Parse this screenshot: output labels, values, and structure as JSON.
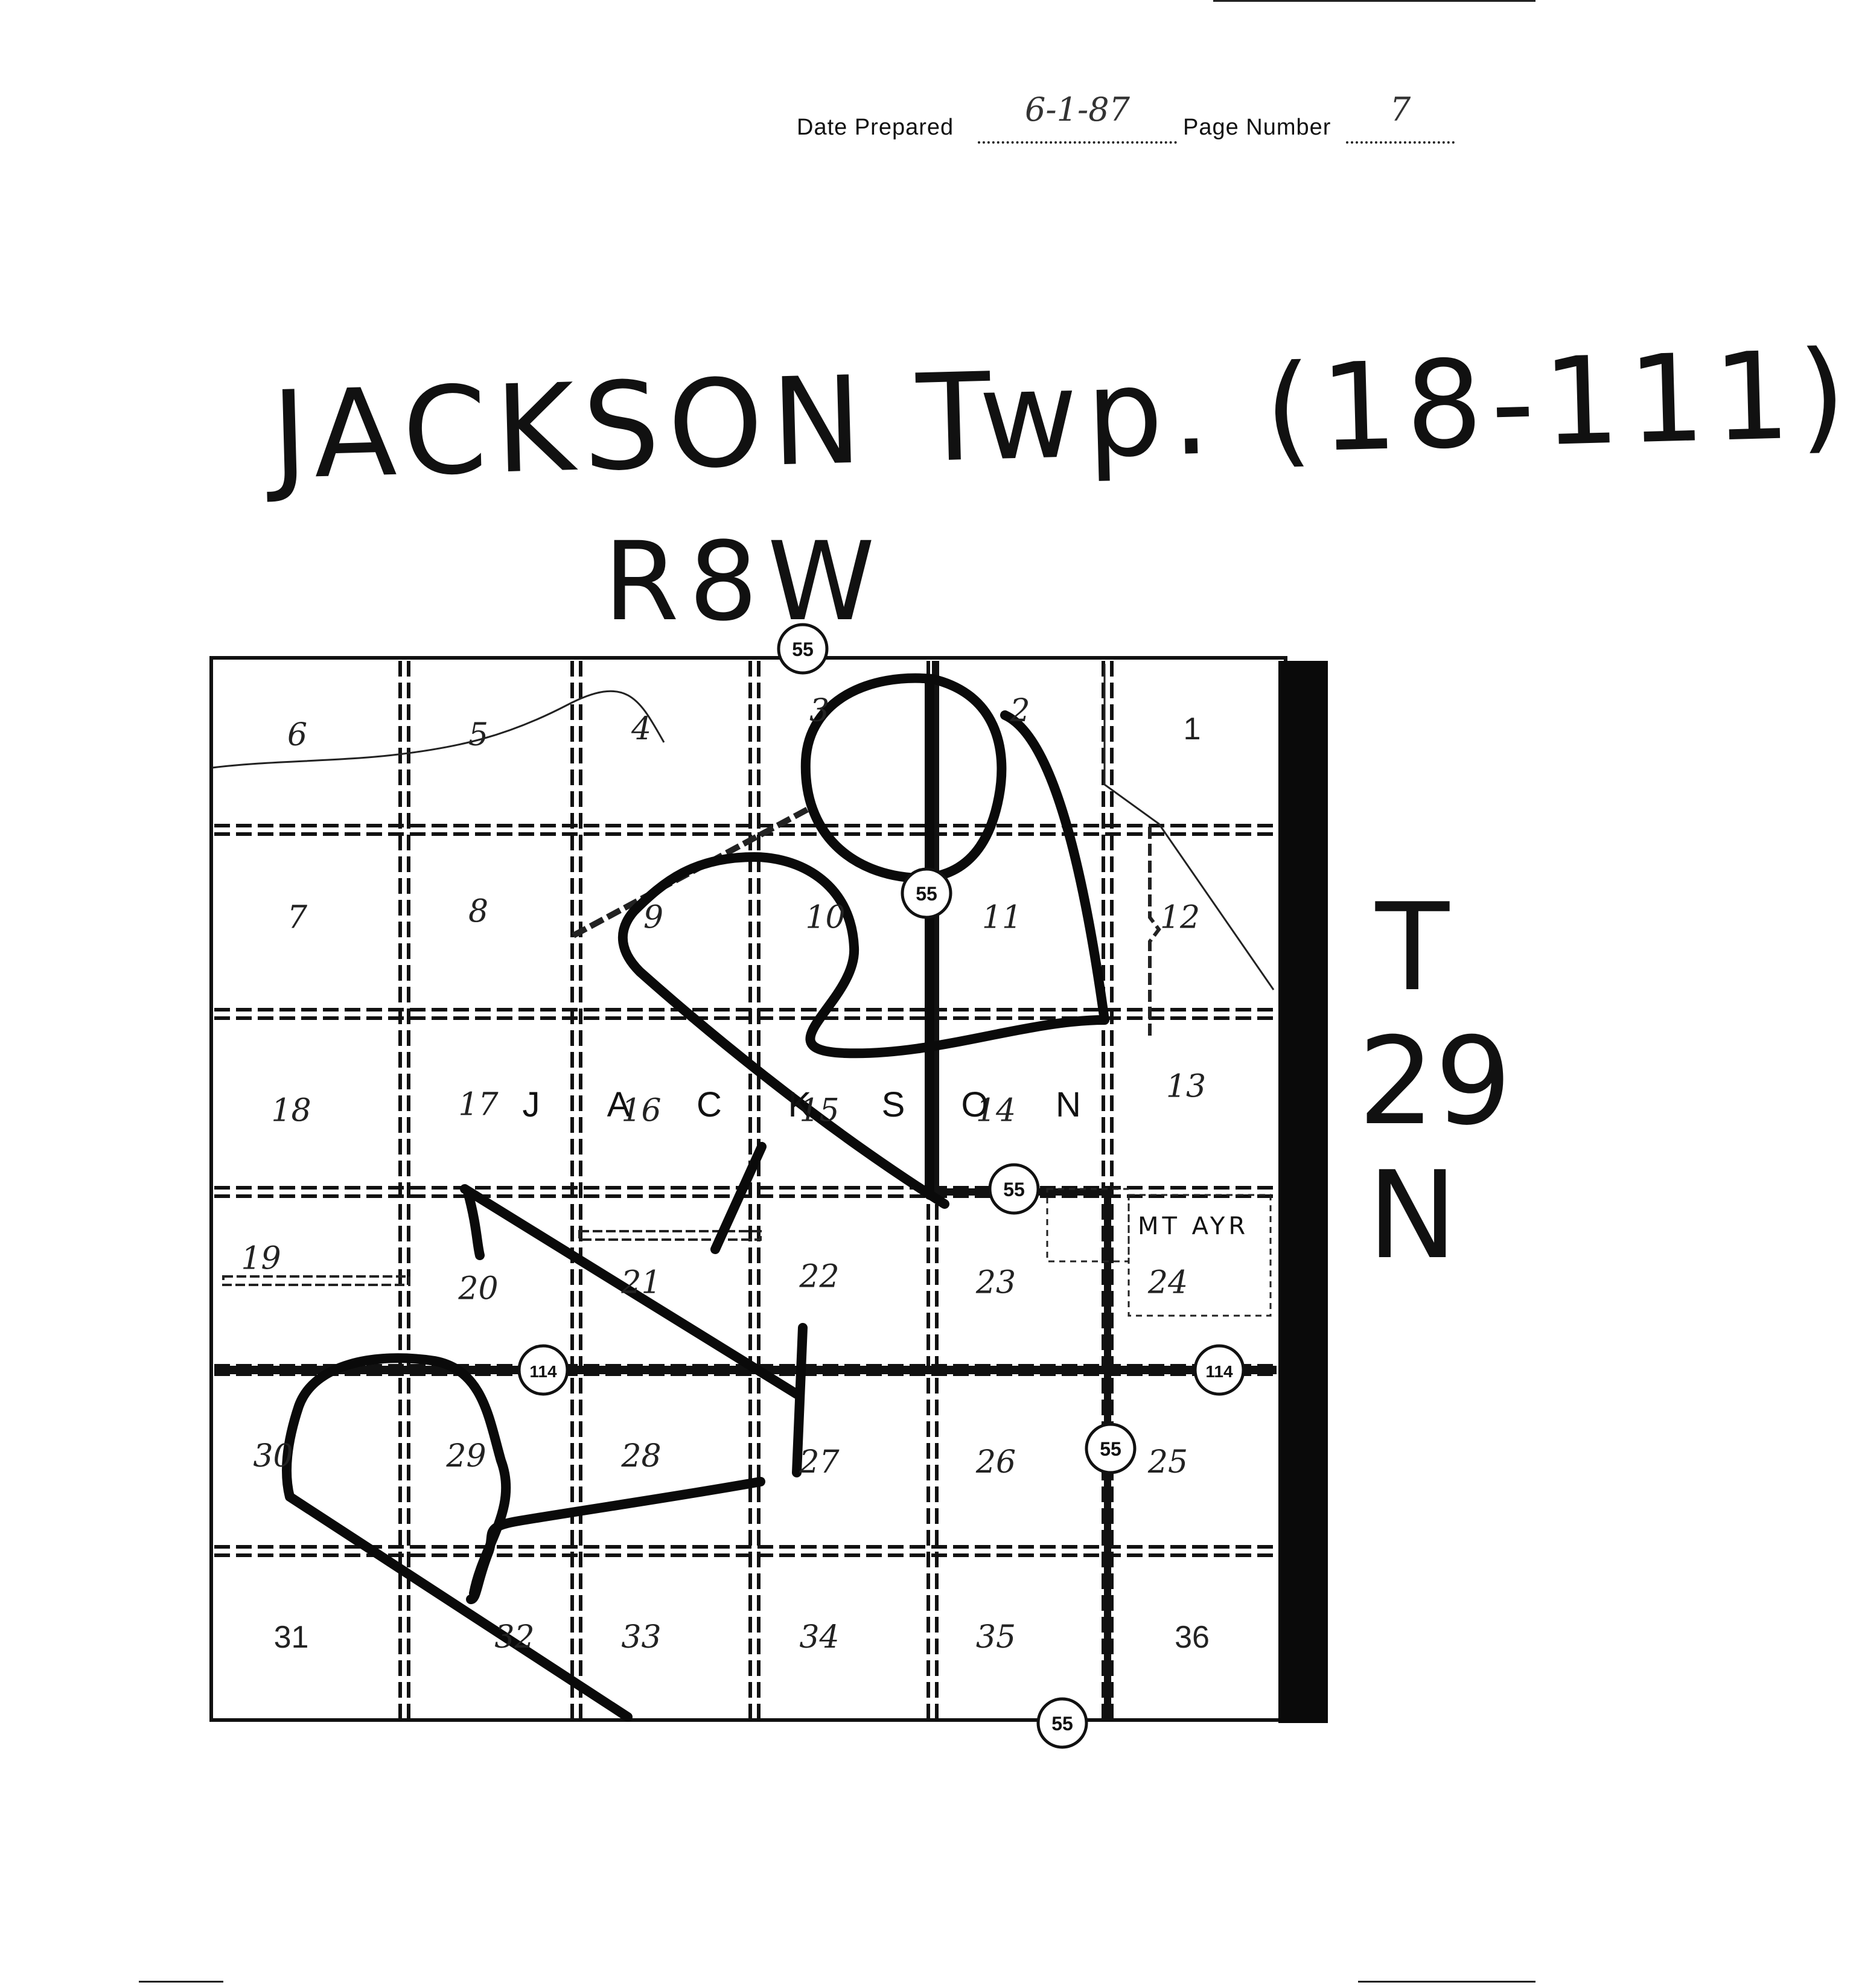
{
  "header": {
    "date_label": "Date Prepared",
    "date_value": "6-1-87",
    "page_label": "Page Number",
    "page_value": "7"
  },
  "title": "JACKSON Twp. (18-111)",
  "range": "R8W",
  "township": [
    "T",
    "29",
    "N"
  ],
  "township_name": [
    "J",
    "A",
    "C",
    "K",
    "S",
    "O",
    "N"
  ],
  "town": "MT AYR",
  "sections": [
    "1",
    "2",
    "3",
    "4",
    "5",
    "6",
    "7",
    "8",
    "9",
    "10",
    "11",
    "12",
    "13",
    "14",
    "15",
    "16",
    "17",
    "18",
    "19",
    "20",
    "21",
    "22",
    "23",
    "24",
    "25",
    "26",
    "27",
    "28",
    "29",
    "30",
    "31",
    "32",
    "33",
    "34",
    "35",
    "36"
  ],
  "highways": [
    {
      "route": "55"
    },
    {
      "route": "55"
    },
    {
      "route": "55"
    },
    {
      "route": "55"
    },
    {
      "route": "55"
    },
    {
      "route": "114"
    },
    {
      "route": "114"
    }
  ],
  "colors": {
    "ink": "#111111",
    "paper": "#ffffff",
    "marker": "#0a0a0a"
  }
}
